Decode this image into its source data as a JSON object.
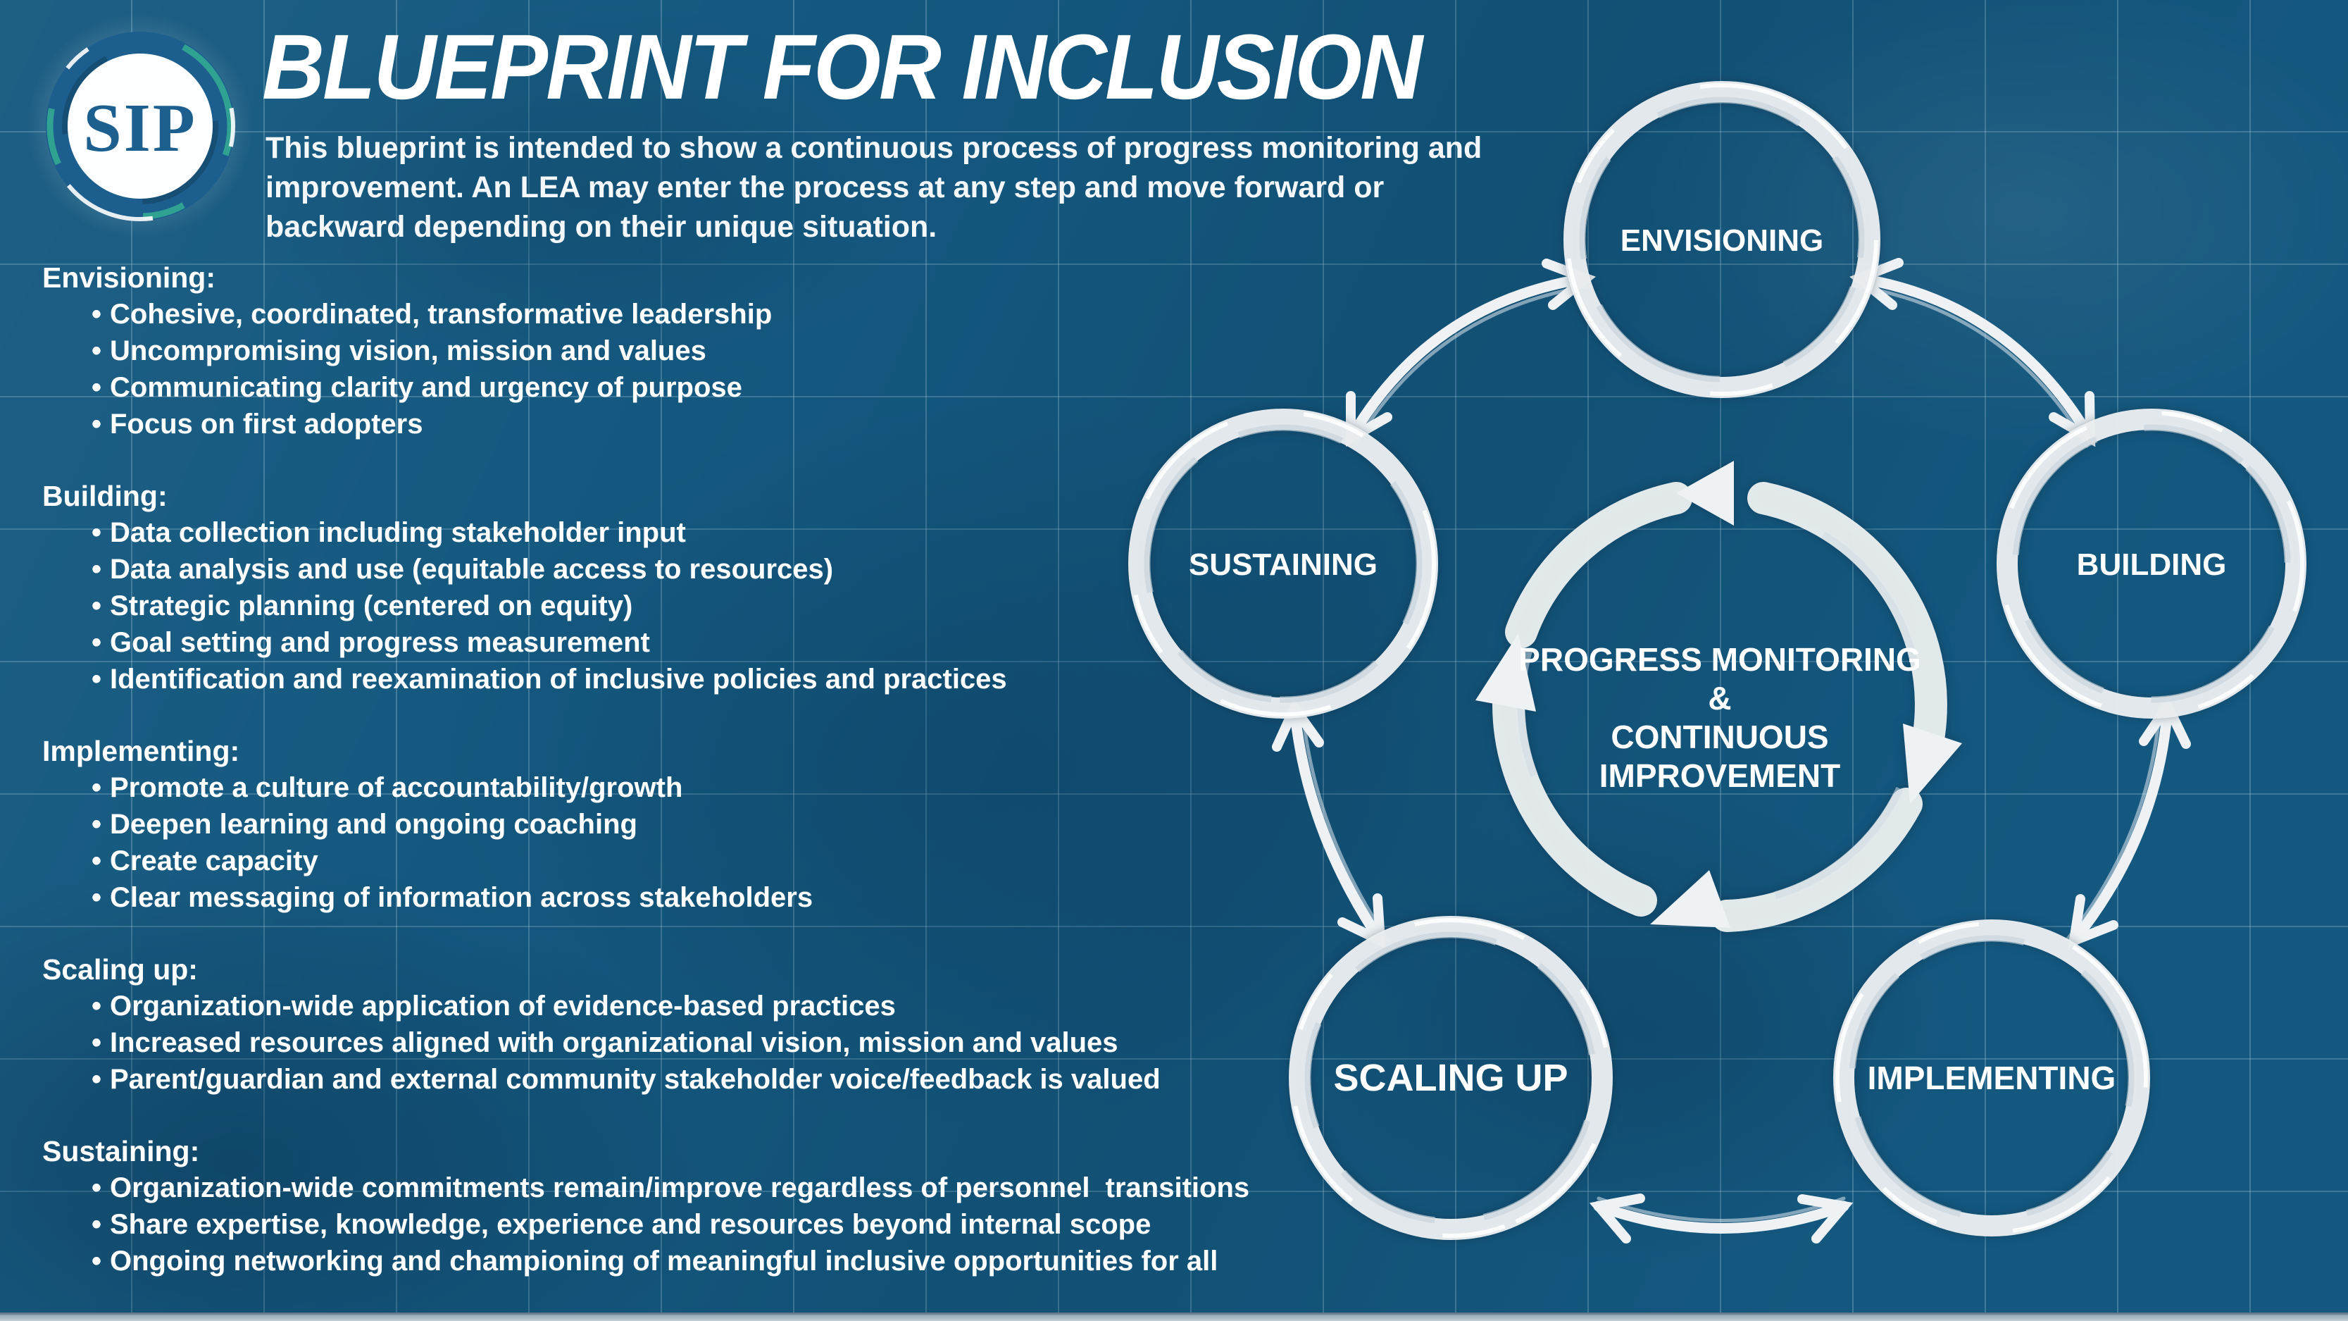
{
  "logo": {
    "text": "SIP"
  },
  "header": {
    "title": "BLUEPRINT FOR INCLUSION",
    "description_lines": [
      "This blueprint is intended to show a continuous process of progress monitoring and",
      "improvement. An LEA may enter the process at any step and move forward or",
      "backward depending on their unique situation."
    ]
  },
  "sections": [
    {
      "heading": "Envisioning:",
      "bullets": [
        "Cohesive, coordinated, transformative leadership",
        "Uncompromising vision, mission and values",
        "Communicating clarity and urgency of purpose",
        "Focus on first adopters"
      ]
    },
    {
      "heading": "Building:",
      "bullets": [
        "Data collection including stakeholder input",
        "Data analysis and use (equitable access to resources)",
        "Strategic planning (centered on equity)",
        "Goal setting and progress measurement",
        "Identification and reexamination of inclusive policies and practices"
      ]
    },
    {
      "heading": "Implementing:",
      "bullets": [
        "Promote a culture of accountability/growth",
        "Deepen learning and ongoing coaching",
        "Create capacity",
        "Clear messaging of information across stakeholders"
      ]
    },
    {
      "heading": "Scaling up:",
      "bullets": [
        "Organization-wide application of evidence-based practices",
        "Increased resources aligned with organizational vision, mission and values",
        "Parent/guardian and external community stakeholder voice/feedback is valued"
      ]
    },
    {
      "heading": "Sustaining:",
      "bullets": [
        "Organization-wide commitments remain/improve regardless of personnel  transitions",
        "Share expertise, knowledge, experience and resources beyond internal scope",
        "Ongoing networking and championing of meaningful inclusive opportunities for all"
      ]
    }
  ],
  "diagram": {
    "nodes": [
      {
        "id": "envisioning",
        "label": "ENVISIONING"
      },
      {
        "id": "sustaining",
        "label": "SUSTAINING"
      },
      {
        "id": "building",
        "label": "BUILDING"
      },
      {
        "id": "scaling-up",
        "label": "SCALING UP"
      },
      {
        "id": "implementing",
        "label": "IMPLEMENTING"
      }
    ],
    "center": {
      "lines": [
        "PROGRESS MONITORING",
        "&",
        "CONTINUOUS",
        "IMPROVEMENT"
      ]
    }
  },
  "colors": {
    "background": "#14587F",
    "grid_line": "#AFD6EA",
    "ring_white": "#E9EDF0",
    "text_white": "#FFFFFF",
    "logo_blue": "#1D6090",
    "logo_teal": "#2FA291",
    "bottom_bar": "#C3CED5"
  }
}
